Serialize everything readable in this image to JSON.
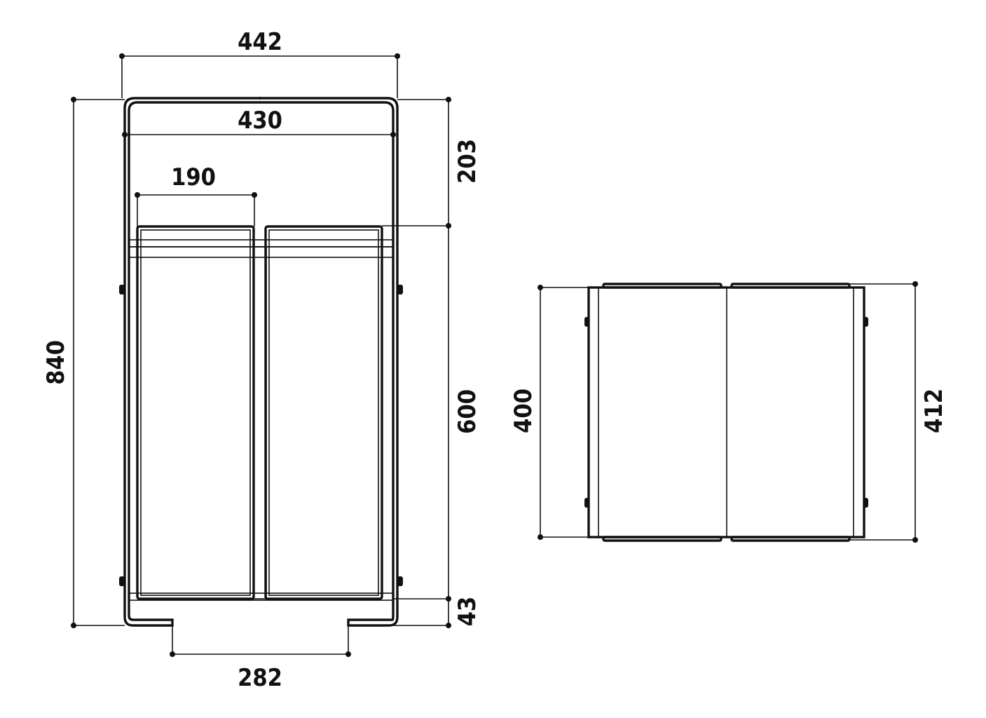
{
  "front_view": {
    "overall_width": "442",
    "frame_inner_width": "430",
    "bin_width": "190",
    "overall_height": "840",
    "top_clearance": "203",
    "bin_height": "600",
    "base_height": "43",
    "foot_spacing": "282"
  },
  "top_view": {
    "depth_inner": "400",
    "depth_outer": "412"
  },
  "colors": {
    "line": "#111111",
    "background": "#ffffff"
  }
}
